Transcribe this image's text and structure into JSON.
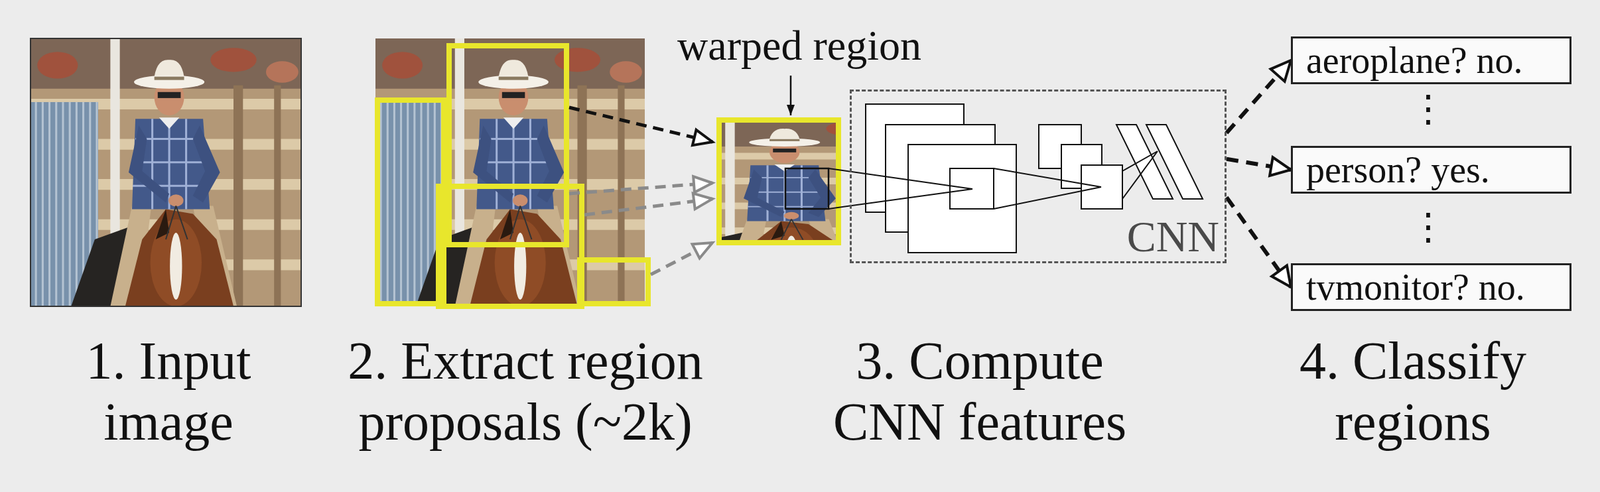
{
  "diagram": {
    "nodes": [
      {
        "text": [
          "CNN"
        ]
      },
      {
        "text": [
          "aeroplane? no."
        ]
      },
      {
        "text": [
          "person? yes."
        ]
      },
      {
        "text": [
          "tvmonitor? no."
        ]
      }
    ],
    "edges": [
      {
        "from": 0,
        "to": 1,
        "arrow": "to"
      },
      {
        "from": 0,
        "to": 2,
        "arrow": "to"
      },
      {
        "from": 0,
        "to": 3,
        "arrow": "to"
      }
    ],
    "labels": [
      "warped region",
      "⋮",
      "⋮",
      "1. Input image",
      "2. Extract region proposals (~2k)",
      "3. Compute CNN features",
      "4. Classify regions"
    ]
  }
}
